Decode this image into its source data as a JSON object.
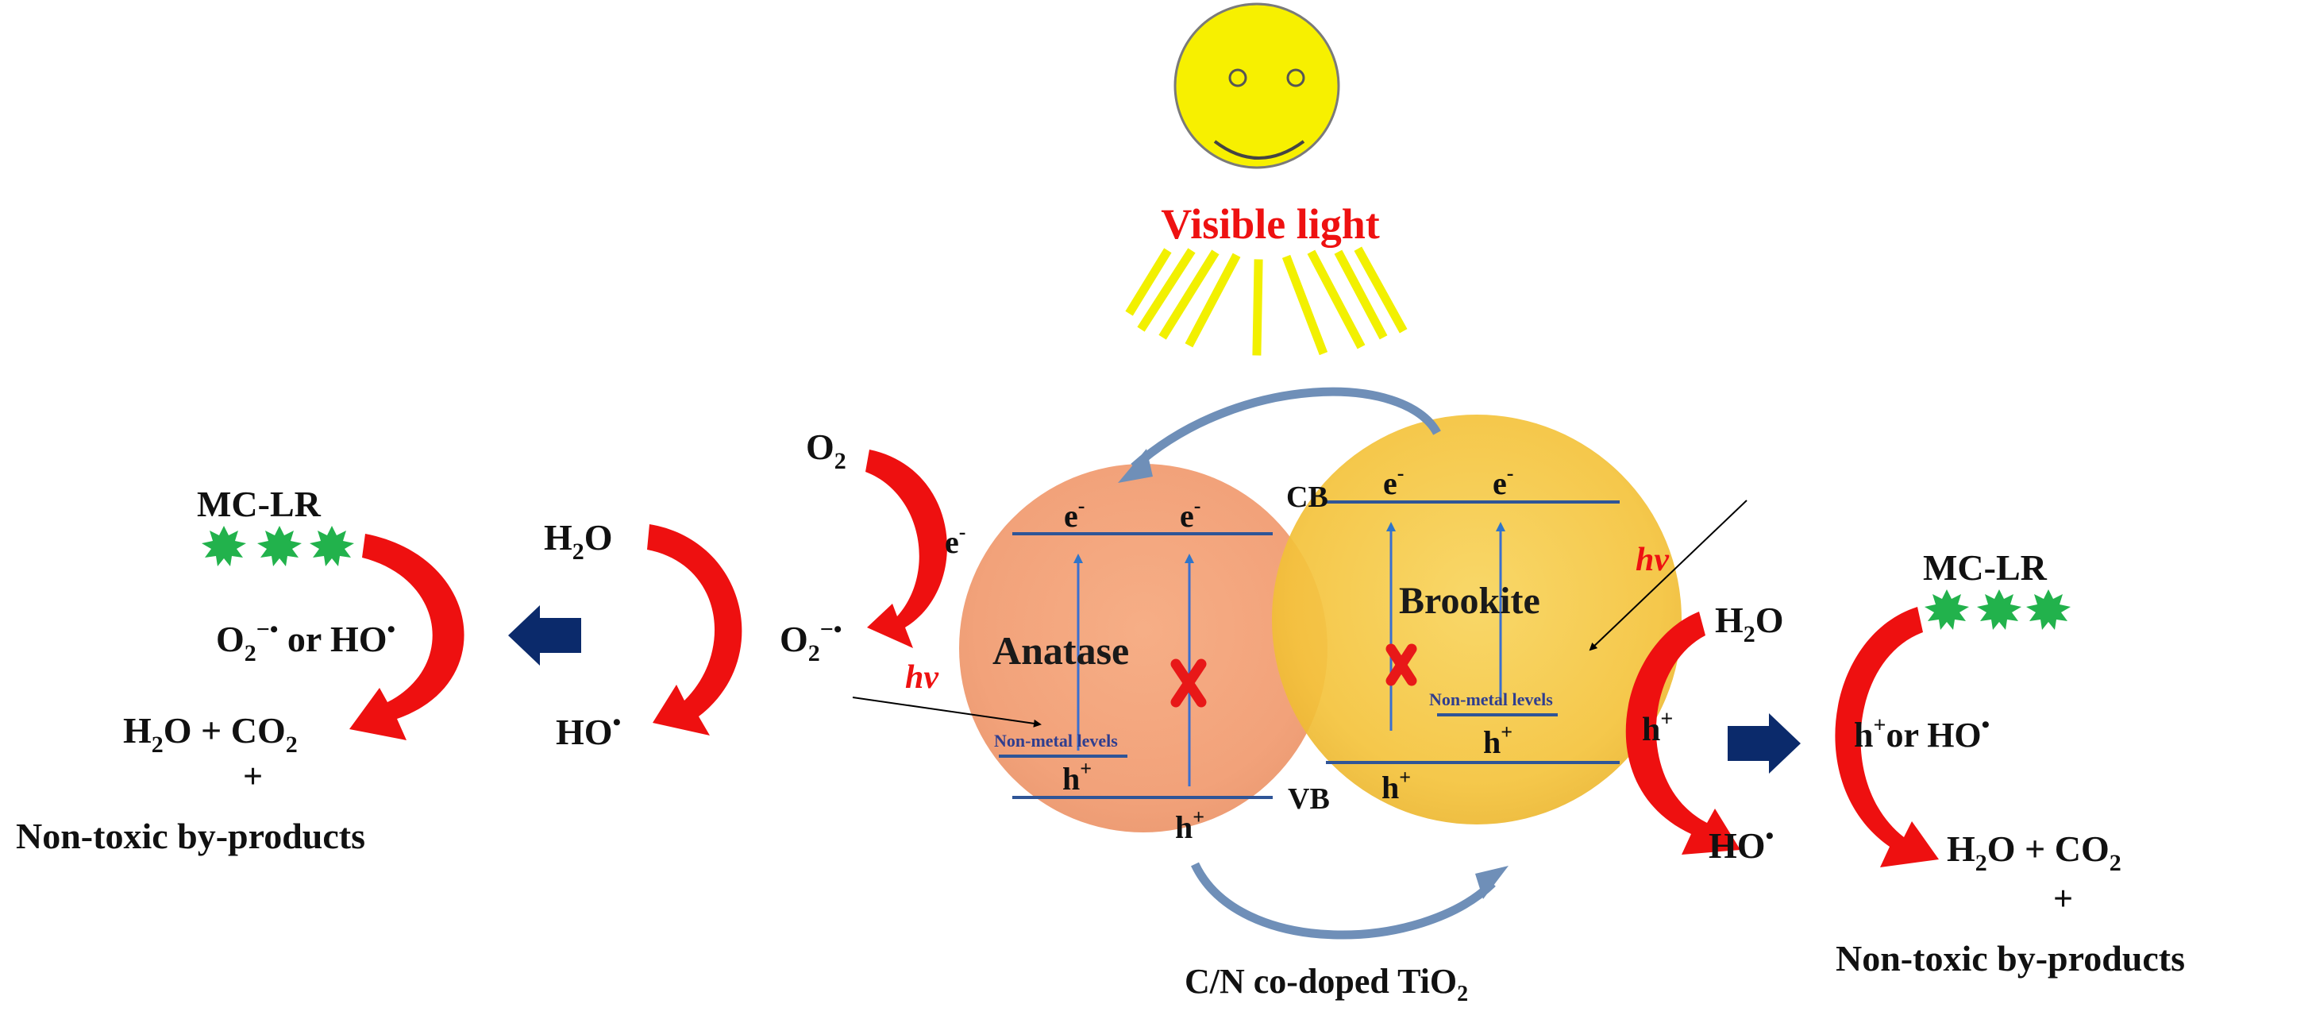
{
  "light": {
    "label": "Visible light"
  },
  "particle": {
    "name": "C/N co-doped TiO",
    "name_sub": "2",
    "anatase": "Anatase",
    "brookite": "Brookite",
    "cb": "CB",
    "vb": "VB",
    "nonmetal": "Non-metal levels",
    "electron": "e",
    "electron_sup": "-",
    "hole": "h",
    "hole_sup": "+",
    "hv": "hν"
  },
  "left": {
    "o2": "O",
    "o2_sub": "2",
    "e_minus": "e",
    "e_minus_sup": "-",
    "superoxide": "O",
    "superoxide_sub": "2",
    "superoxide_sup": "−•",
    "h2o": "H",
    "h2o_sub": "2",
    "h2o_end": "O",
    "ho": "HO",
    "ho_dot": "•",
    "radicals": "O",
    "radicals_sub": "2",
    "radicals_sup": "−•",
    "radicals_or": " or  HO",
    "radicals_dot": "•",
    "mclr": "MC-LR",
    "products_a": "H",
    "products_a_sub": "2",
    "products_b": "O + CO",
    "products_b_sub": "2",
    "plus": "+",
    "byproducts": "Non-toxic by-products"
  },
  "right": {
    "h2o": "H",
    "h2o_sub": "2",
    "h2o_end": "O",
    "hplus": "h",
    "hplus_sup": "+",
    "ho": "HO",
    "ho_dot": "•",
    "mclr": "MC-LR",
    "oxidants_h": "h",
    "oxidants_sup": "+",
    "oxidants_rest": "or  HO",
    "oxidants_dot": "•",
    "products_a": "H",
    "products_a_sub": "2",
    "products_b": "O + CO",
    "products_b_sub": "2",
    "plus": "+",
    "byproducts": "Non-toxic by-products"
  },
  "colors": {
    "sun": "#f7f000",
    "ray": "#f2f000",
    "label_red": "#ee1111",
    "curve_red": "#ee1010",
    "anatase": "#f3a77f",
    "brookite": "#f6c541",
    "band_line": "#2f5597",
    "transfer_arrow": "#6f8fb8",
    "navy_arrow": "#0b2a6b",
    "mclr_green": "#22b24c"
  }
}
